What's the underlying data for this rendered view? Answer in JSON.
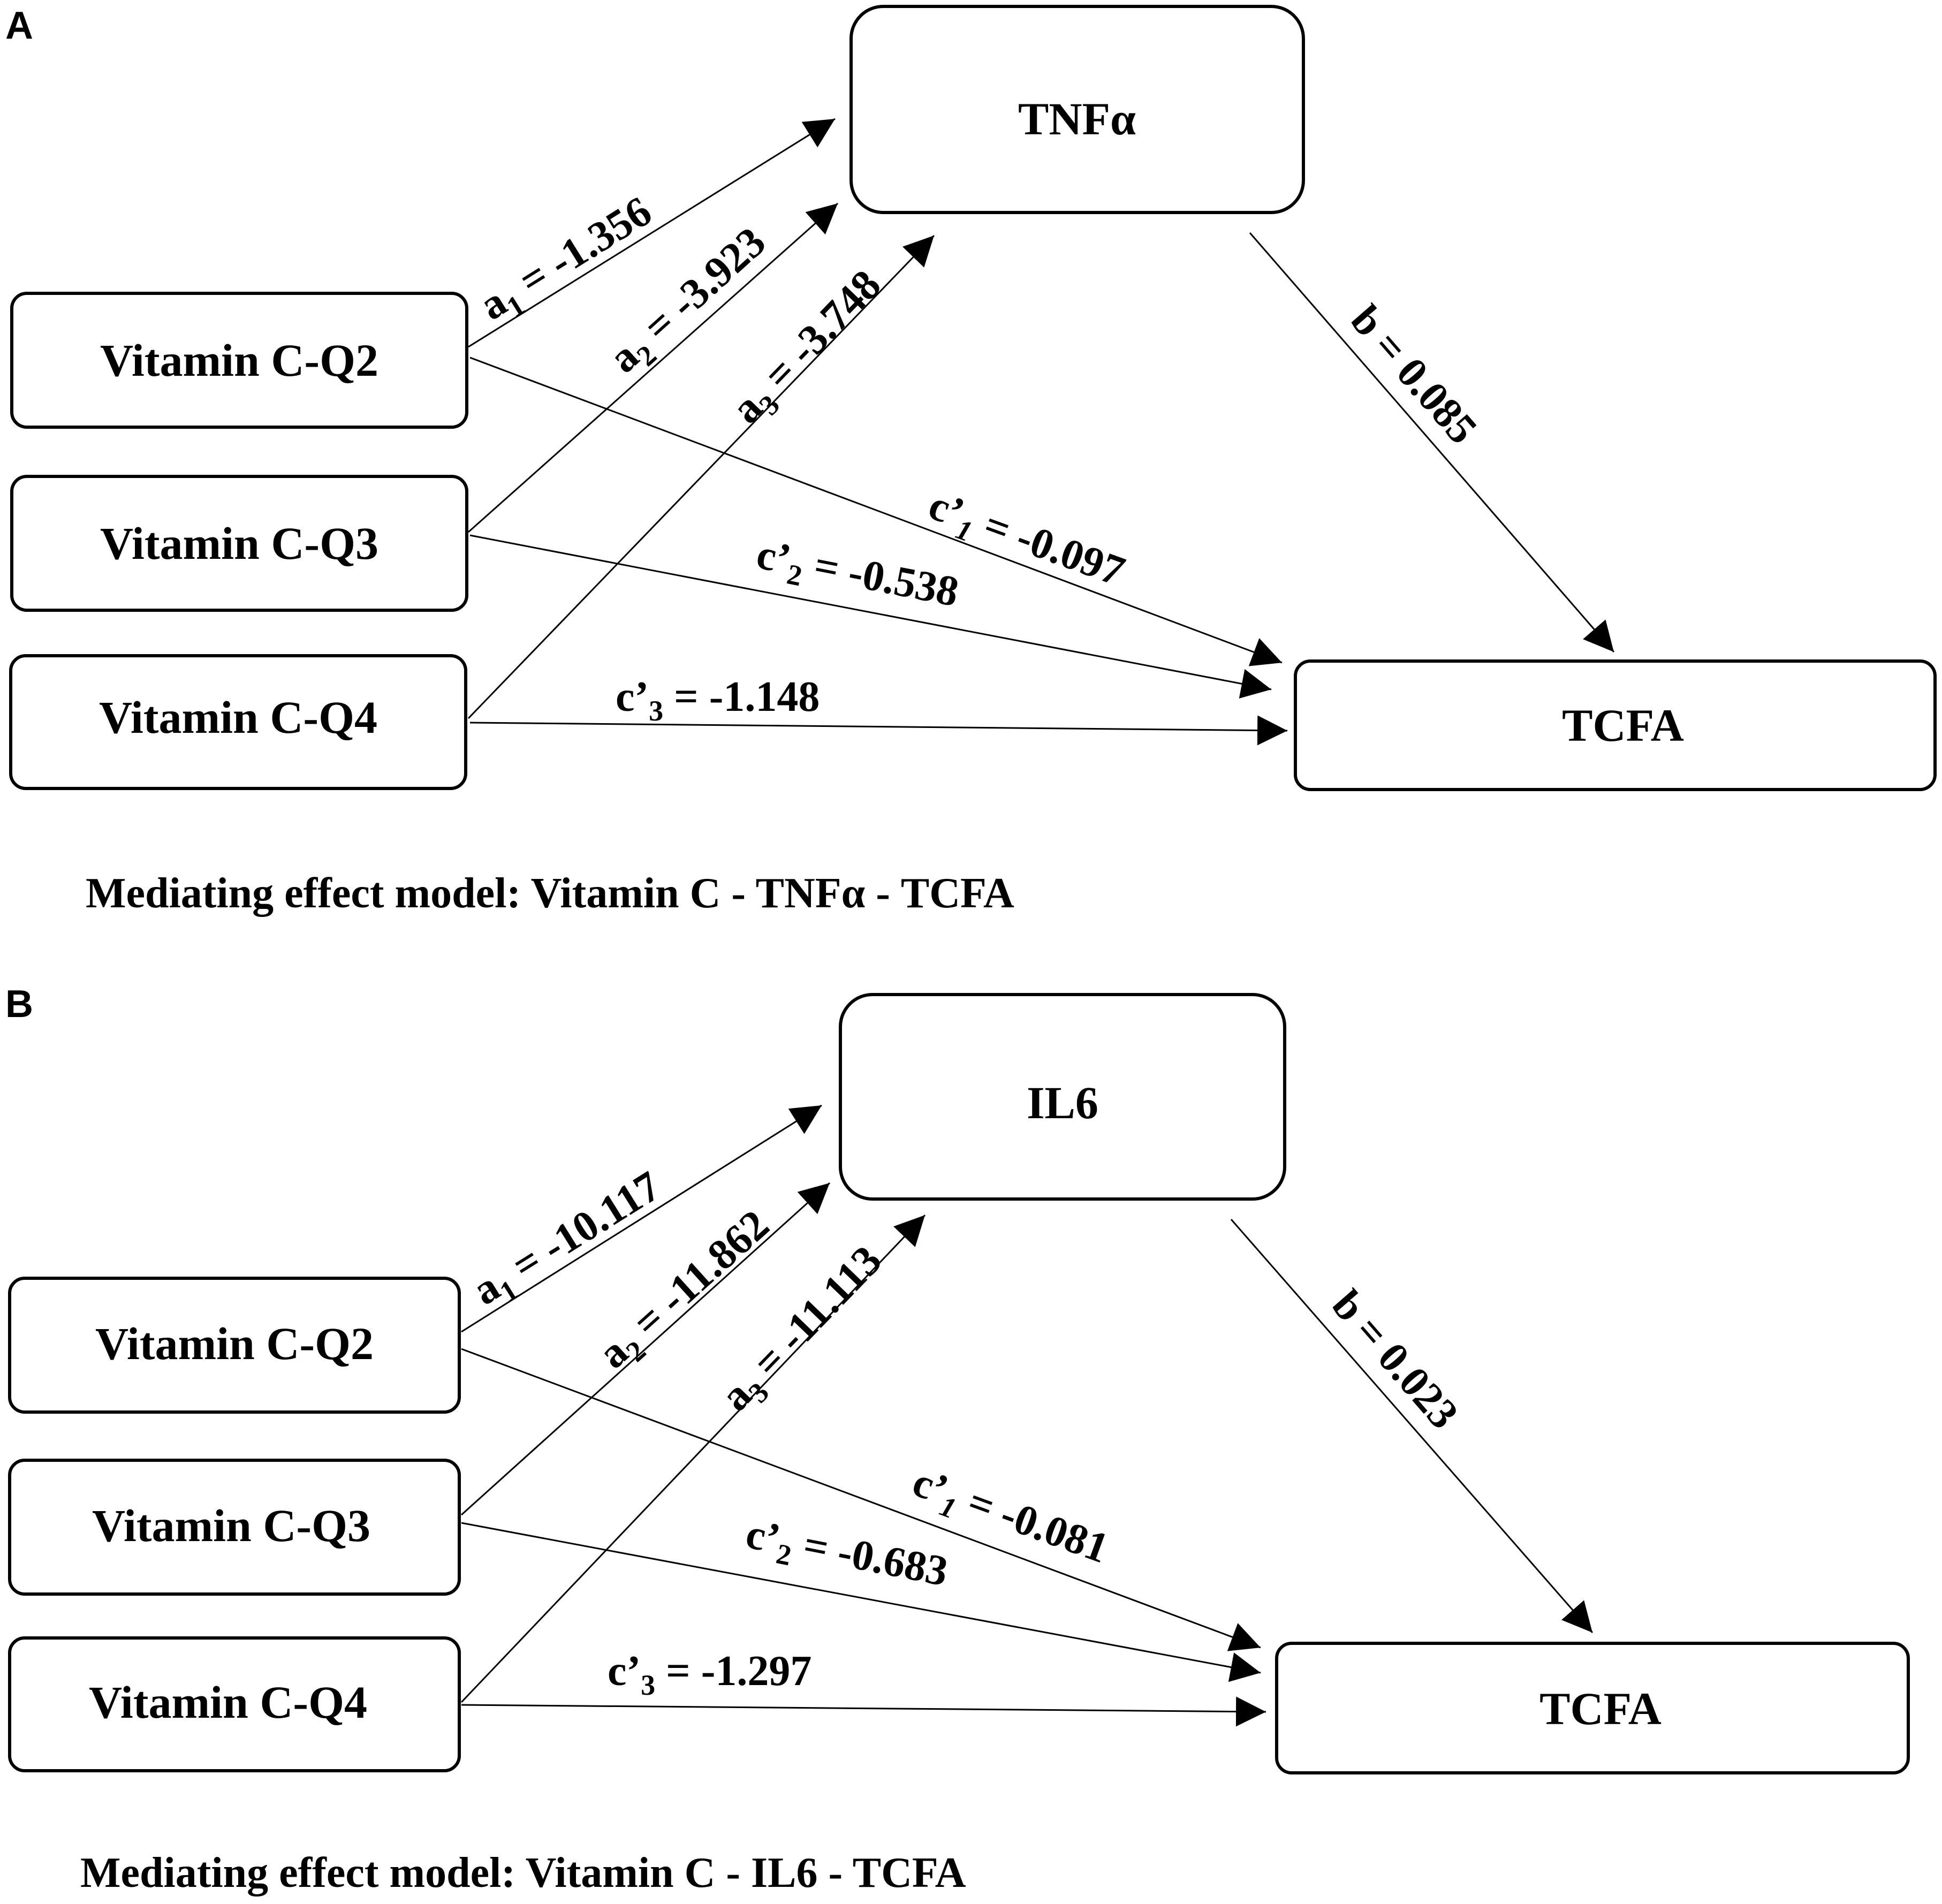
{
  "panel_a": {
    "letter": "A",
    "mediator": "TNFα",
    "outcome": "TCFA",
    "predictors": [
      "Vitamin C-Q2",
      "Vitamin C-Q3",
      "Vitamin C-Q4"
    ],
    "a_paths": [
      {
        "var": "a",
        "sub": "1",
        "eq": " = -1.356"
      },
      {
        "var": "a",
        "sub": "2",
        "eq": " = -3.923"
      },
      {
        "var": "a",
        "sub": "3",
        "eq": " = -3.748"
      }
    ],
    "b_path": "b = 0.085",
    "c_paths": [
      {
        "var": "c’",
        "sub": "1",
        "eq": " = -0.097"
      },
      {
        "var": "c’",
        "sub": "2",
        "eq": " = -0.538"
      },
      {
        "var": "c’",
        "sub": "3",
        "eq": " = -1.148"
      }
    ],
    "caption": "Mediating effect model: Vitamin C - TNFα - TCFA"
  },
  "panel_b": {
    "letter": "B",
    "mediator": "IL6",
    "outcome": "TCFA",
    "predictors": [
      "Vitamin C-Q2",
      "Vitamin C-Q3",
      "Vitamin C-Q4"
    ],
    "a_paths": [
      {
        "var": "a",
        "sub": "1",
        "eq": " = -10.117"
      },
      {
        "var": "a",
        "sub": "2",
        "eq": " = -11.862"
      },
      {
        "var": "a",
        "sub": "3",
        "eq": " = -11.113"
      }
    ],
    "b_path": "b = 0.023",
    "c_paths": [
      {
        "var": "c’",
        "sub": "1",
        "eq": " = -0.081"
      },
      {
        "var": "c’",
        "sub": "2",
        "eq": " = -0.683"
      },
      {
        "var": "c’",
        "sub": "3",
        "eq": " = -1.297"
      }
    ],
    "caption": "Mediating effect model: Vitamin C - IL6 - TCFA"
  }
}
